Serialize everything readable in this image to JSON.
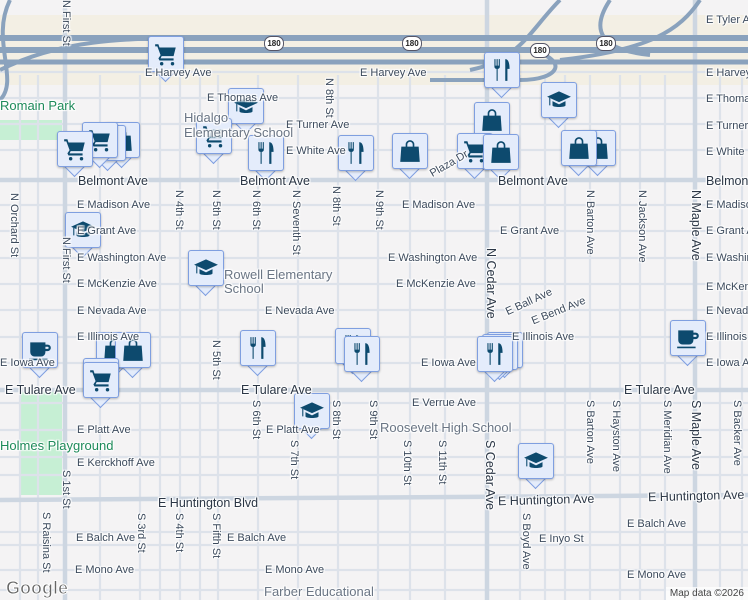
{
  "map": {
    "highway_shield": "180",
    "streets": {
      "belmont_w": "Belmont Ave",
      "belmont_c": "Belmont Ave",
      "belmont_e": "Belmont",
      "tulare_w": "E Tulare Ave",
      "tulare_c": "E Tulare Ave",
      "tulare_e": "E Tulare Ave",
      "huntington_blvd": "E Huntington Blvd",
      "huntington_ave_c": "E Huntington Ave",
      "huntington_ave_e": "E Huntington Ave",
      "harvey_w": "E Harvey Ave",
      "harvey_c": "E Harvey Ave",
      "harvey_e": "E Harvey",
      "tyler": "E Tyler A",
      "thomas_w": "E Thomas Ave",
      "thomas_e": "E Thoma",
      "turner_c": "E Turner Ave",
      "turner_e": "E Turner",
      "white_c": "E White Ave",
      "white_e": "E White",
      "madison_w": "E Madison Ave",
      "madison_c": "E Madison Ave",
      "madison_e": "E Madiso",
      "grant_w": "E Grant Ave",
      "grant_c": "E Grant Ave",
      "grant_e": "E Grant A",
      "washington_w": "E Washington Ave",
      "washington_c": "E Washington Ave",
      "washington_e": "E Washin",
      "mckenzie_w": "E McKenzie Ave",
      "mckenzie_c": "E McKenzie Ave",
      "mckenzie_e": "E McKen",
      "nevada_w": "E Nevada Ave",
      "nevada_e": "E Nevada",
      "illinois_w": "E Illinois Ave",
      "illinois_c": "E Illinois Ave",
      "illinois_e": "E Illinois",
      "iowa_w": "E Iowa Ave",
      "iowa_c": "E Iowa Ave",
      "iowa_e": "E Iowa A",
      "ball": "E Ball Ave",
      "bend": "E Bend Ave",
      "plaza": "Plaza Dr",
      "verrue": "E Verrue Ave",
      "platt_w": "E Platt Ave",
      "platt_c": "E Platt Ave",
      "kerckhoff": "E Kerckhoff Ave",
      "balch_w": "E Balch Ave",
      "balch_c": "E Balch Ave",
      "balch_e": "E Balch Ave",
      "mono_w": "E Mono Ave",
      "mono_c": "E Mono Ave",
      "mono_e": "E Mono Ave",
      "inyo": "E Inyo St",
      "first_n": "N First St",
      "first_top": "N First St",
      "first_s": "S 1st St",
      "orchard": "N Orchard St",
      "raisina": "S Raisina St",
      "n4": "N 4th St",
      "n5": "N 5th St",
      "n6": "N 6th St",
      "nseventh": "N Seventh St",
      "n8": "N 8th St",
      "n8_top": "N 8th St",
      "n9": "N 9th St",
      "n5b": "N 5th St",
      "s3": "S 3rd St",
      "s4": "S 4th St",
      "sfifth": "S Fifth St",
      "s6": "S 6th St",
      "s7": "S 7th St",
      "s8": "S 8th St",
      "s9": "S 9th St",
      "s10": "S 10th St",
      "s11": "S 11th St",
      "ncedar": "N Cedar Ave",
      "scedar": "S Cedar Ave",
      "sboyd": "S Boyd Ave",
      "nbarton": "N Barton Ave",
      "sbarton": "S Barton Ave",
      "njackson": "N Jackson Ave",
      "shayston": "S Hayston Ave",
      "nmaple": "N Maple Ave",
      "smaple": "S Maple Ave",
      "smeridian": "S Meridian Ave",
      "sbacker": "S Backer Ave"
    },
    "places": {
      "romain_park": "Romain Park",
      "holmes_playground": "Holmes Playground",
      "hidalgo": "Hidalgo Elementary School",
      "rowell": "Rowell Elementary School",
      "roosevelt": "Roosevelt High School",
      "farber": "Farber Educational"
    },
    "markers": [
      "shopping-cart",
      "graduation-cap",
      "shopping-cart",
      "fork-knife",
      "fork-knife",
      "shopping-bag",
      "shopping-cart",
      "shopping-cart",
      "shopping-cart",
      "shopping-bag",
      "fork-knife",
      "shopping-bag",
      "shopping-cart",
      "shopping-bag",
      "graduation-cap",
      "shopping-bag",
      "shopping-bag",
      "graduation-cap",
      "graduation-cap",
      "coffee-cup",
      "shopping-bag",
      "shopping-bag",
      "shopping-cart",
      "shopping-cart",
      "fork-knife",
      "fork-knife",
      "fork-knife",
      "fork-knife",
      "fork-knife",
      "fork-knife",
      "coffee-cup",
      "graduation-cap",
      "graduation-cap"
    ],
    "logo": "Google",
    "attribution": "Map data ©2026",
    "colors": {
      "marker_bg": "#e4ecfb",
      "marker_border": "#7f9fe0",
      "icon": "#0d4a6e",
      "freeway": "#8aa2bd",
      "park": "#c6efd4"
    }
  }
}
